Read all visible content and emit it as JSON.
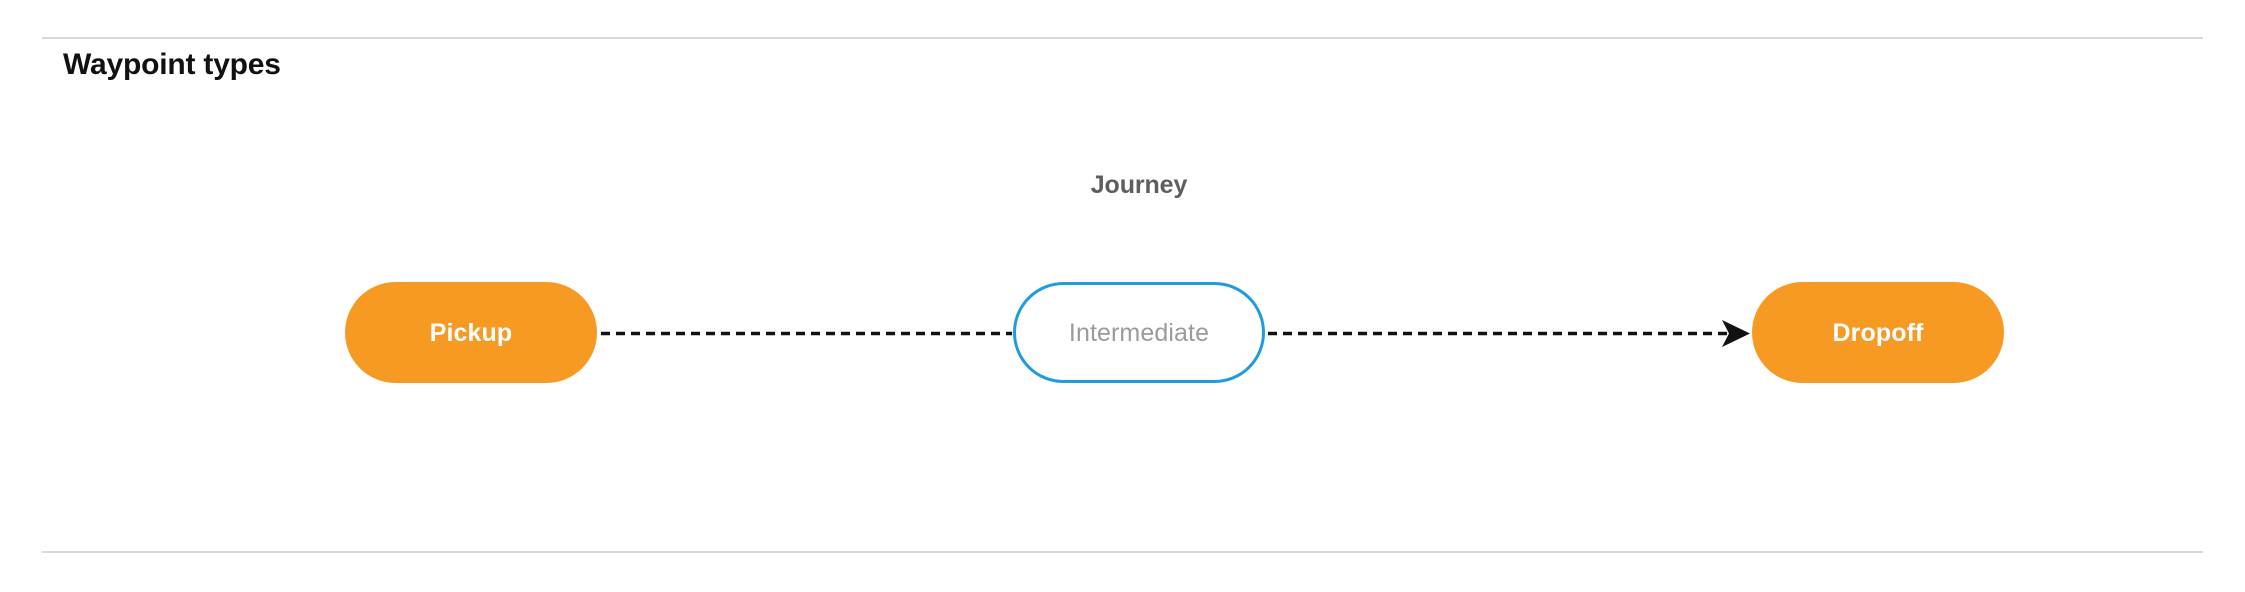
{
  "card": {
    "title": "Waypoint types",
    "divider_color": "#d7d9dc"
  },
  "diagram": {
    "group_label": "Journey",
    "nodes": [
      {
        "id": "pickup",
        "label": "Pickup",
        "style": "filled",
        "fill": "#f69a23",
        "text_color": "#ffffff"
      },
      {
        "id": "intermediate",
        "label": "Intermediate",
        "style": "outlined",
        "fill": "#ffffff",
        "border_color": "#1f9bdf",
        "text_color": "#9b9b9b"
      },
      {
        "id": "dropoff",
        "label": "Dropoff",
        "style": "filled",
        "fill": "#f69a23",
        "text_color": "#ffffff"
      }
    ],
    "connectors": [
      {
        "from": "pickup",
        "to": "intermediate",
        "style": "dashed",
        "arrowhead": false,
        "color": "#111111"
      },
      {
        "from": "intermediate",
        "to": "dropoff",
        "style": "dashed",
        "arrowhead": true,
        "color": "#111111"
      }
    ]
  }
}
